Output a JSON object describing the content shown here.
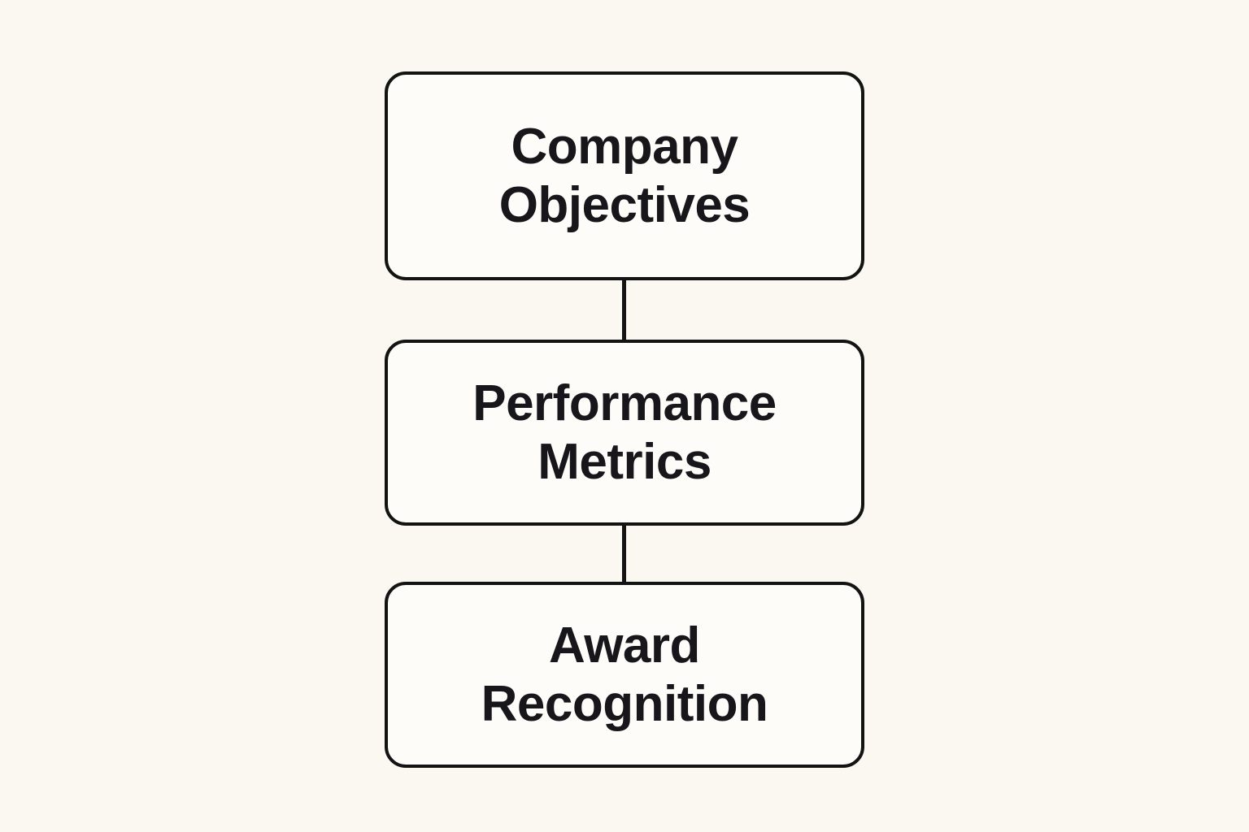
{
  "diagram": {
    "type": "flowchart",
    "direction": "top-to-bottom",
    "nodes": [
      {
        "id": "company-objectives",
        "label": "Company Objectives",
        "lines": [
          "Company",
          "Objectives"
        ]
      },
      {
        "id": "performance-metrics",
        "label": "Performance Metrics",
        "lines": [
          "Performance",
          "Metrics"
        ]
      },
      {
        "id": "award-recognition",
        "label": "Award Recognition",
        "lines": [
          "Award",
          "Recognition"
        ]
      }
    ],
    "edges": [
      {
        "from": "company-objectives",
        "to": "performance-metrics"
      },
      {
        "from": "performance-metrics",
        "to": "award-recognition"
      }
    ],
    "colors": {
      "background": "#FBF8F1",
      "node_fill": "#FDFCF8",
      "stroke": "#131313",
      "text": "#17161A"
    }
  }
}
